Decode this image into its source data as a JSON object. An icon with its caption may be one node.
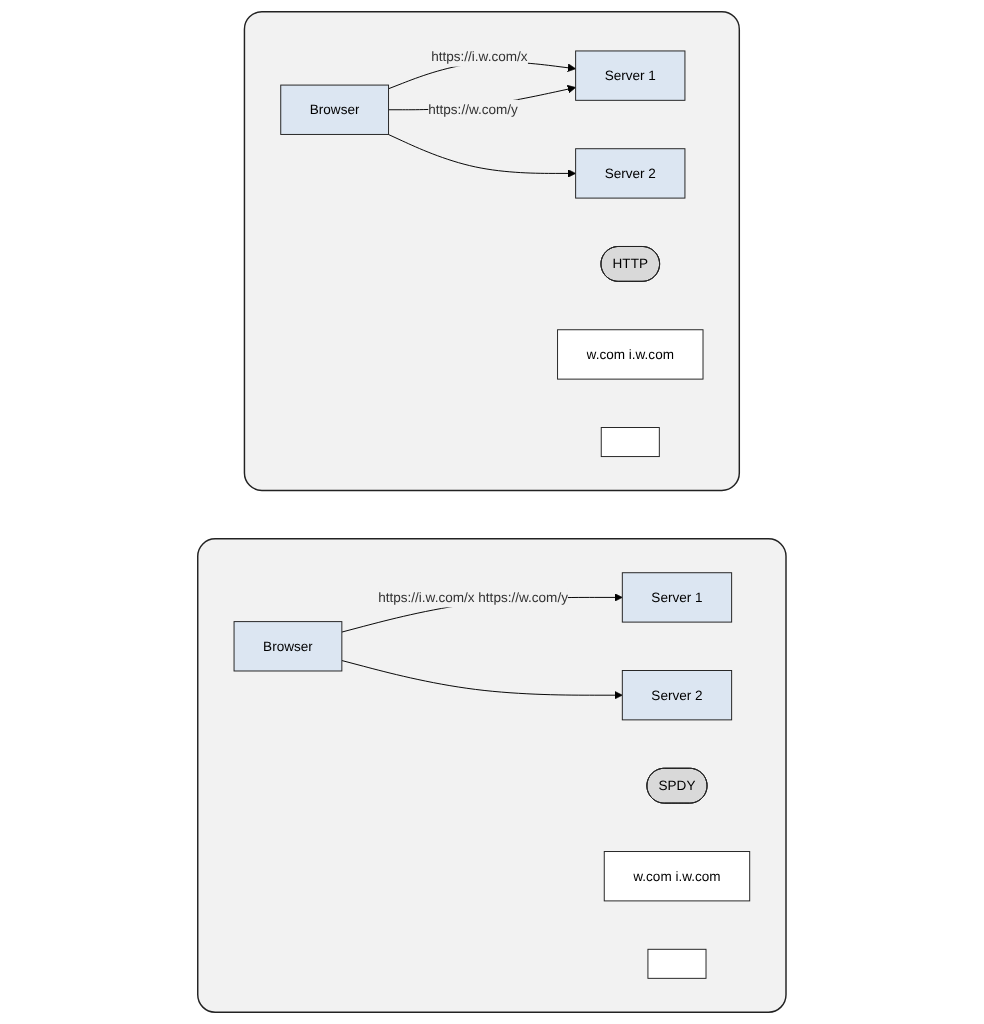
{
  "diagram": {
    "nodes": [
      {
        "text": [],
        "shape": "box"
      },
      {
        "text": [
          "Browser"
        ],
        "in": 0
      },
      {
        "text": [
          "HTTP"
        ],
        "in": 0
      },
      {
        "text": [
          "Server 1"
        ],
        "in": 0
      },
      {
        "text": [
          "w.com i.w.com"
        ],
        "in": 0
      },
      {
        "text": [
          "Server 2"
        ],
        "in": 0
      },
      {
        "text": [],
        "shape": "box",
        "in": 0
      },
      {
        "text": [],
        "shape": "box"
      },
      {
        "text": [
          "Browser"
        ],
        "in": 7
      },
      {
        "text": [
          "SPDY"
        ],
        "in": 7
      },
      {
        "text": [
          "Server 1"
        ],
        "in": 7
      },
      {
        "text": [
          "w.com i.w.com"
        ],
        "in": 7
      },
      {
        "text": [
          "Server 2"
        ],
        "in": 7
      },
      {
        "text": [],
        "shape": "box",
        "in": 7
      }
    ],
    "edges": [
      {
        "from": 1,
        "to": 3,
        "arrow": "to",
        "label": "https://i.w.com/x"
      },
      {
        "from": 1,
        "to": 3,
        "arrow": "to",
        "label": "https://w.com/y"
      },
      {
        "from": 1,
        "to": 5,
        "arrow": "to"
      },
      {
        "from": 8,
        "to": 10,
        "arrow": "to",
        "label": "https://i.w.com/x https://w.com/y"
      },
      {
        "from": 8,
        "to": 12,
        "arrow": "to"
      }
    ]
  }
}
